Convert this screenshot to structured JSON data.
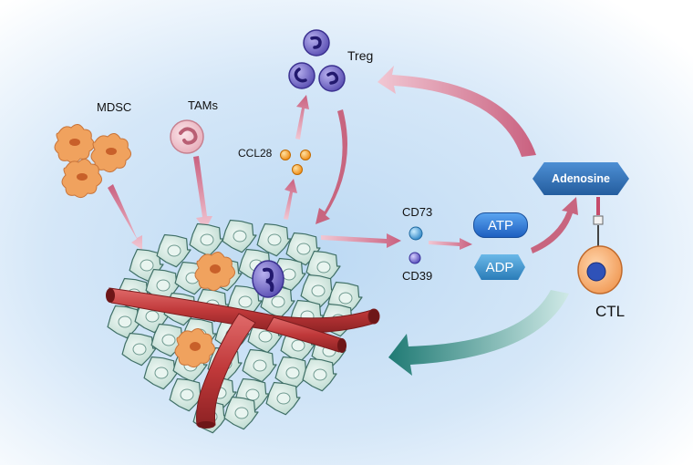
{
  "labels": {
    "mdsc": "MDSC",
    "tams": "TAMs",
    "treg": "Treg",
    "ccl28": "CCL28",
    "cd73": "CD73",
    "cd39": "CD39",
    "atp": "ATP",
    "adp": "ADP",
    "adenosine": "Adenosine",
    "ctl": "CTL"
  },
  "colors": {
    "tumor_cell": "#cfe4dc",
    "tumor_outline": "#3f6f66",
    "mdsc": "#f0a25e",
    "treg": "#6b5fbf",
    "ccl28": "#f5a623",
    "vessel": "#c0393a",
    "atp_pill": "#2a6fd0",
    "adp_pill": "#3a8fc8",
    "adenosine_box": "#2f6fb6",
    "ctl_cell": "#f3b179",
    "pink_arrow": "#d4788f",
    "teal_arrow": "#2f8a85"
  },
  "icons": {
    "tumor": "tumor-mass-icon",
    "vessel": "blood-vessel-icon",
    "mdsc": "mdsc-cell-icon",
    "tam": "macrophage-icon",
    "treg": "treg-cell-icon",
    "ccl28": "chemokine-icon",
    "cd73": "cd73-enzyme-icon",
    "cd39": "cd39-enzyme-icon",
    "ctl": "cytotoxic-t-cell-icon",
    "receptor": "adenosine-receptor-icon"
  }
}
